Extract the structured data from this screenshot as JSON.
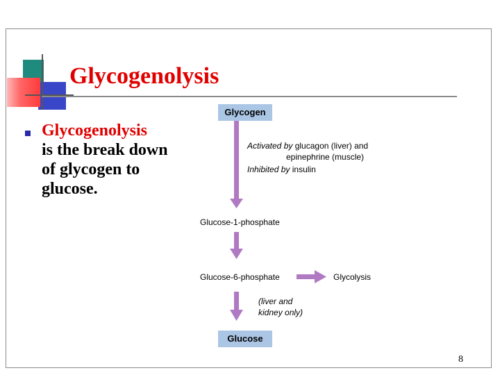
{
  "slide": {
    "title": "Glycogenolysis",
    "page_number": "8"
  },
  "bullet": {
    "term": "Glycogenolysis",
    "text": "is the break down of glycogen to glucose."
  },
  "diagram": {
    "start_node": "Glycogen",
    "activated_prefix": "Activated by",
    "activated_text": " glucagon (liver) and",
    "activated_text2": "epinephrine (muscle)",
    "inhibited_prefix": "Inhibited by",
    "inhibited_text": " insulin",
    "node_g1p": "Glucose-1-phosphate",
    "node_g6p": "Glucose-6-phosphate",
    "node_glycolysis": "Glycolysis",
    "note_line1": "(liver and",
    "note_line2": "kidney only)",
    "end_node": "Glucose",
    "arrow_color": "#b07ac2",
    "box_color": "#aac6e4"
  }
}
